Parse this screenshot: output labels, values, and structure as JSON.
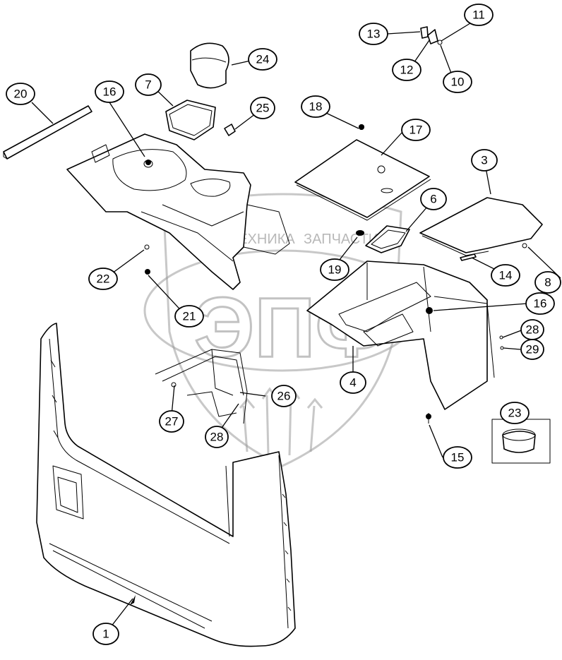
{
  "diagram": {
    "colors": {
      "line": "#000000",
      "background": "#ffffff",
      "watermark": "#9a9a9a"
    },
    "watermark": {
      "text_left": "ТЕХНИКА",
      "text_right": "ЗАПЧАСТИ",
      "logo_letters": "ЭПФ"
    },
    "callouts": [
      {
        "id": "c1",
        "label": "1"
      },
      {
        "id": "c3",
        "label": "3"
      },
      {
        "id": "c4",
        "label": "4"
      },
      {
        "id": "c6",
        "label": "6"
      },
      {
        "id": "c7",
        "label": "7"
      },
      {
        "id": "c8",
        "label": "8"
      },
      {
        "id": "c10",
        "label": "10"
      },
      {
        "id": "c11",
        "label": "11"
      },
      {
        "id": "c12",
        "label": "12"
      },
      {
        "id": "c13",
        "label": "13"
      },
      {
        "id": "c14",
        "label": "14"
      },
      {
        "id": "c15",
        "label": "15"
      },
      {
        "id": "c16a",
        "label": "16"
      },
      {
        "id": "c16b",
        "label": "16"
      },
      {
        "id": "c17",
        "label": "17"
      },
      {
        "id": "c18",
        "label": "18"
      },
      {
        "id": "c19",
        "label": "19"
      },
      {
        "id": "c20",
        "label": "20"
      },
      {
        "id": "c21",
        "label": "21"
      },
      {
        "id": "c22",
        "label": "22"
      },
      {
        "id": "c23",
        "label": "23"
      },
      {
        "id": "c24",
        "label": "24"
      },
      {
        "id": "c25",
        "label": "25"
      },
      {
        "id": "c26",
        "label": "26"
      },
      {
        "id": "c27",
        "label": "27"
      },
      {
        "id": "c28a",
        "label": "28"
      },
      {
        "id": "c28b",
        "label": "28"
      },
      {
        "id": "c29",
        "label": "29"
      }
    ]
  }
}
